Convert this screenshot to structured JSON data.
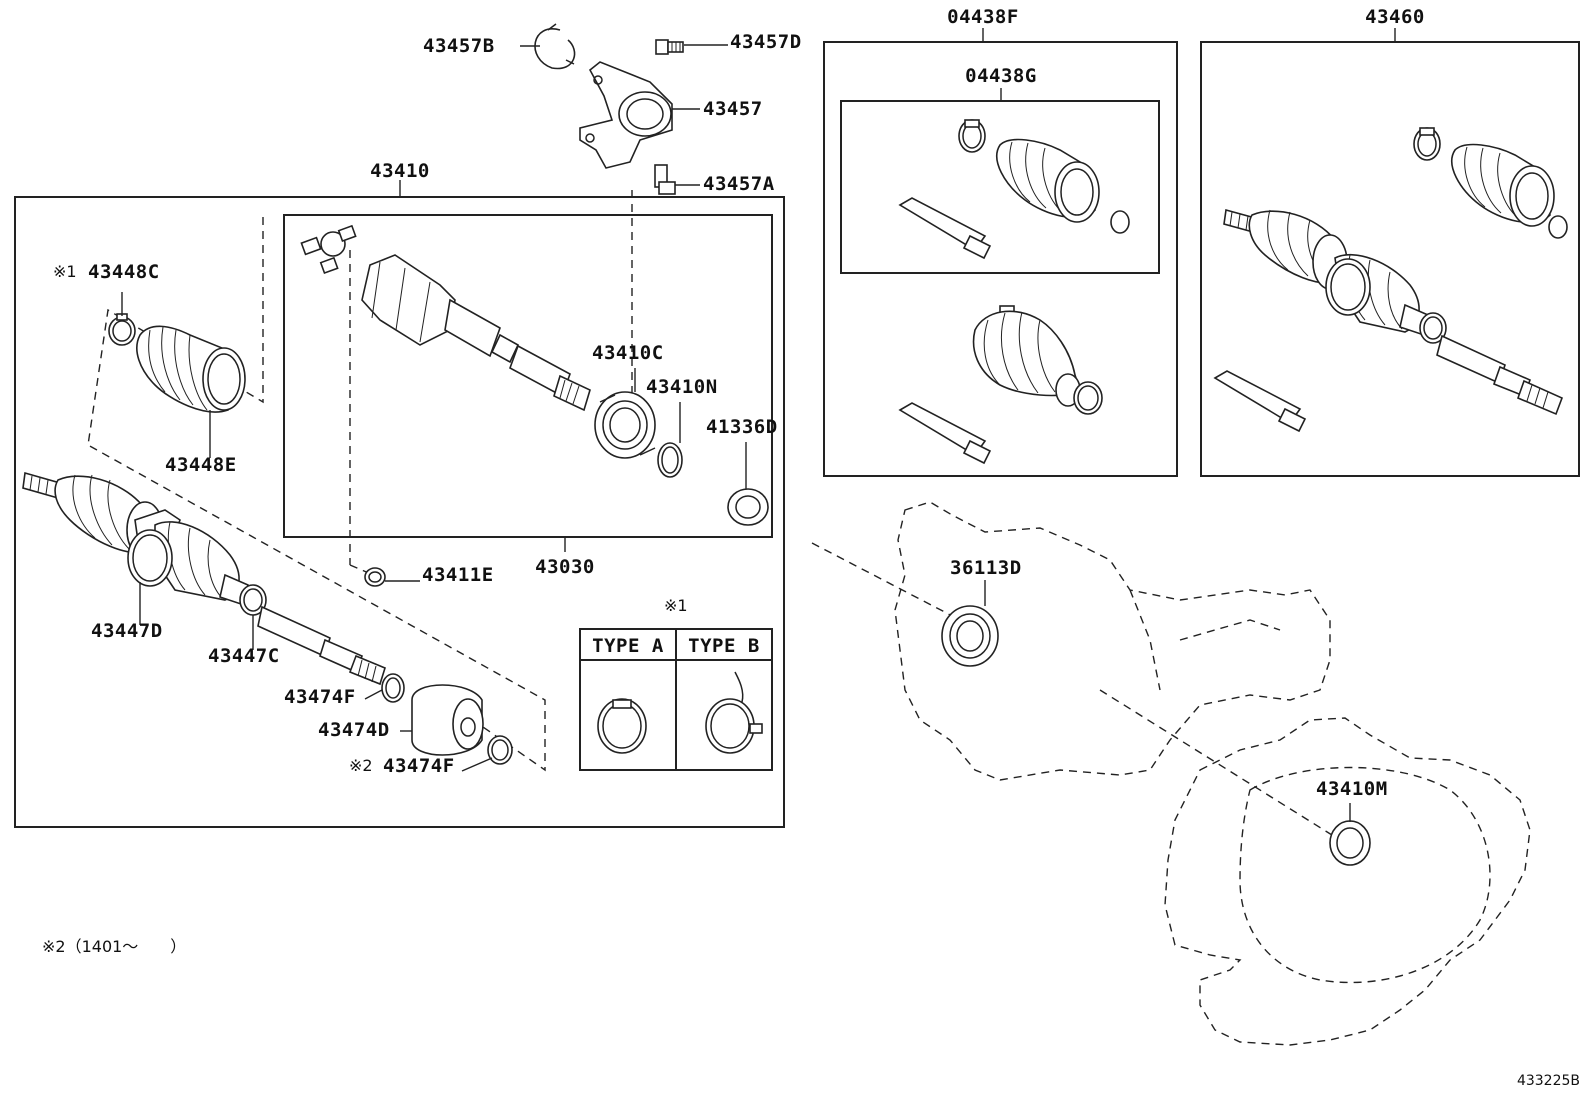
{
  "diagram_id": "433225B",
  "boxes": {
    "main": "43410",
    "inner": "43030",
    "kit_f": "04438F",
    "kit_g": "04438G",
    "assy": "43460"
  },
  "labels": {
    "p43457B": "43457B",
    "p43457D": "43457D",
    "p43457": "43457",
    "p43457A": "43457A",
    "p43448C": "43448C",
    "p43448E": "43448E",
    "p43410C": "43410C",
    "p43410N": "43410N",
    "p41336D": "41336D",
    "p43411E": "43411E",
    "p43447D": "43447D",
    "p43447C": "43447C",
    "p43474F_1": "43474F",
    "p43474D": "43474D",
    "p43474F_2": "43474F",
    "p36113D": "36113D",
    "p43410M": "43410M"
  },
  "marks": {
    "ref1": "※1",
    "ref2": "※2"
  },
  "type_table": {
    "title": "※1",
    "type_a": "TYPE A",
    "type_b": "TYPE B"
  },
  "footnote": "※2（1401～　　）"
}
